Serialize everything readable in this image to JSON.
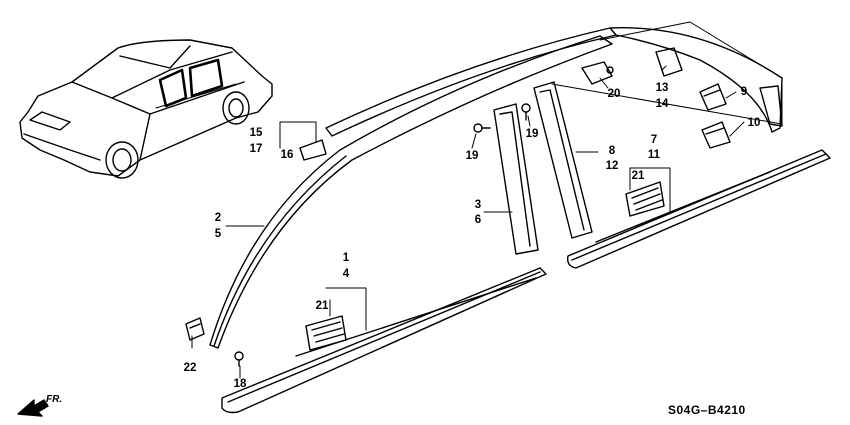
{
  "diagram_code": "S04G–B4210",
  "direction_label": "FR.",
  "callouts": [
    {
      "id": "c1",
      "text": "1"
    },
    {
      "id": "c4",
      "text": "4"
    },
    {
      "id": "c2",
      "text": "2"
    },
    {
      "id": "c5",
      "text": "5"
    },
    {
      "id": "c3",
      "text": "3"
    },
    {
      "id": "c6",
      "text": "6"
    },
    {
      "id": "c7",
      "text": "7"
    },
    {
      "id": "c11",
      "text": "11"
    },
    {
      "id": "c8",
      "text": "8"
    },
    {
      "id": "c12",
      "text": "12"
    },
    {
      "id": "c9",
      "text": "9"
    },
    {
      "id": "c10",
      "text": "10"
    },
    {
      "id": "c13",
      "text": "13"
    },
    {
      "id": "c14",
      "text": "14"
    },
    {
      "id": "c15",
      "text": "15"
    },
    {
      "id": "c17",
      "text": "17"
    },
    {
      "id": "c16",
      "text": "16"
    },
    {
      "id": "c18",
      "text": "18"
    },
    {
      "id": "c19a",
      "text": "19"
    },
    {
      "id": "c19b",
      "text": "19"
    },
    {
      "id": "c20",
      "text": "20"
    },
    {
      "id": "c21a",
      "text": "21"
    },
    {
      "id": "c21b",
      "text": "21"
    },
    {
      "id": "c22",
      "text": "22"
    }
  ]
}
